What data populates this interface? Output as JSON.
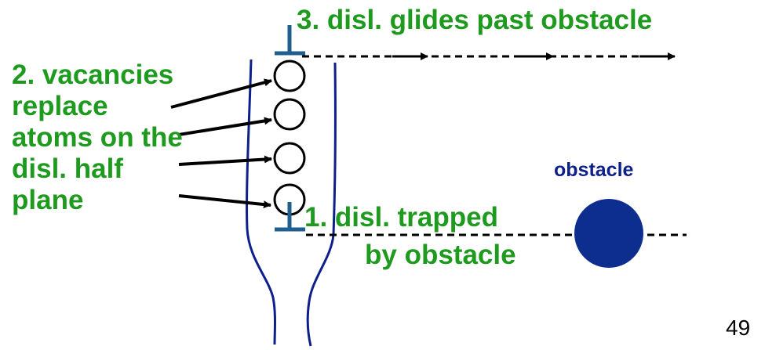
{
  "labels": {
    "step3": "3.  disl. glides past obstacle",
    "step2_lines": [
      "2. vacancies",
      "replace",
      "atoms on the",
      "disl. half",
      "plane"
    ],
    "step1_line1": "1.  disl. trapped",
    "step1_line2": "by obstacle",
    "obstacle": "obstacle",
    "page_number": "49"
  },
  "colors": {
    "green_text": "#1e9a1e",
    "navy": "#0d1f8a",
    "dislocation": "#1f5f8f",
    "black": "#000000"
  }
}
